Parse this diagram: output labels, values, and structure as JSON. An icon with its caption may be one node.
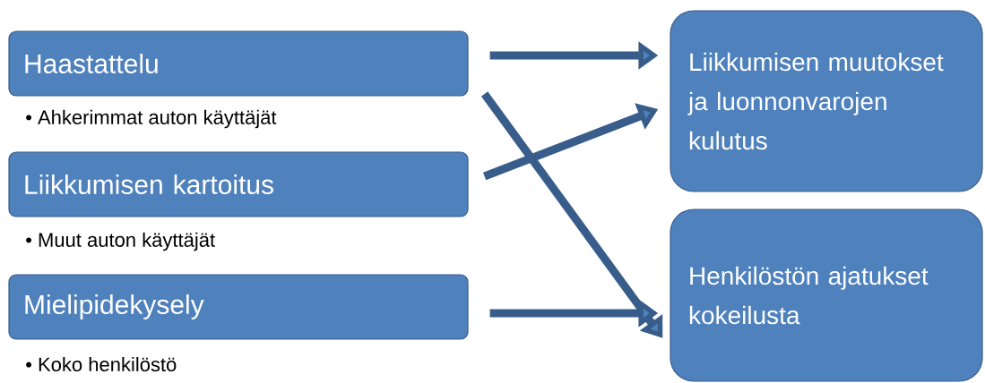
{
  "diagram": {
    "nodes": [
      {
        "text": [
          "Haastattelu"
        ],
        "beside": [
          "• Ahkerimmat auton käyttäjät"
        ]
      },
      {
        "text": [
          "Liikkumisen kartoitus"
        ],
        "beside": [
          "• Muut auton käyttäjät"
        ]
      },
      {
        "text": [
          "Mielipidekysely"
        ],
        "beside": [
          "• Koko henkilöstö"
        ]
      },
      {
        "text": [
          "Liikkumisen muutokset ja luonnonvarojen kulutus"
        ]
      },
      {
        "text": [
          "Henkilöstön ajatukset kokeilusta"
        ]
      }
    ],
    "edges": [
      {
        "from": 0,
        "to": 3,
        "arrow": "to"
      },
      {
        "from": 0,
        "to": 4,
        "arrow": "to"
      },
      {
        "from": 1,
        "to": 3,
        "arrow": "to"
      },
      {
        "from": 2,
        "to": 4,
        "arrow": "to"
      }
    ]
  }
}
